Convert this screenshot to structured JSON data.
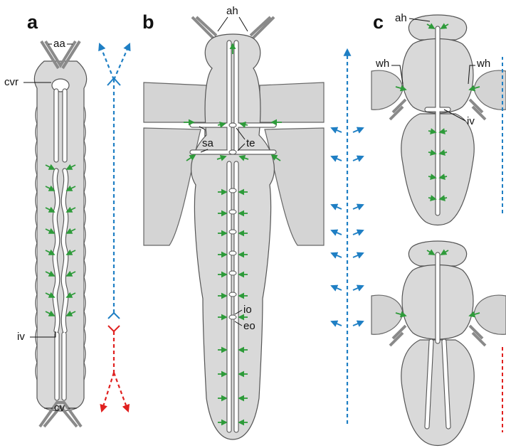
{
  "colors": {
    "body_fill": "#d9d9d9",
    "outline": "#555555",
    "vessel": "#ffffff",
    "arrow_green": "#2e9b3a",
    "arrow_blue": "#1f7fc4",
    "arrow_red": "#e0201f"
  },
  "panels": {
    "a": {
      "letter": "a",
      "labels": {
        "aa": "aa",
        "cvr": "cvr",
        "iv": "iv",
        "cv": "cv"
      }
    },
    "b": {
      "letter": "b",
      "labels": {
        "ah": "ah",
        "sa": "sa",
        "te": "te",
        "io": "io",
        "eo": "eo"
      }
    },
    "c": {
      "letter": "c",
      "labels": {
        "ah": "ah",
        "wh_left": "wh",
        "wh_right": "wh",
        "iv": "iv"
      }
    }
  },
  "icons": [
    "green-inflow-arrow",
    "blue-flow-arrow",
    "red-flow-arrow"
  ]
}
